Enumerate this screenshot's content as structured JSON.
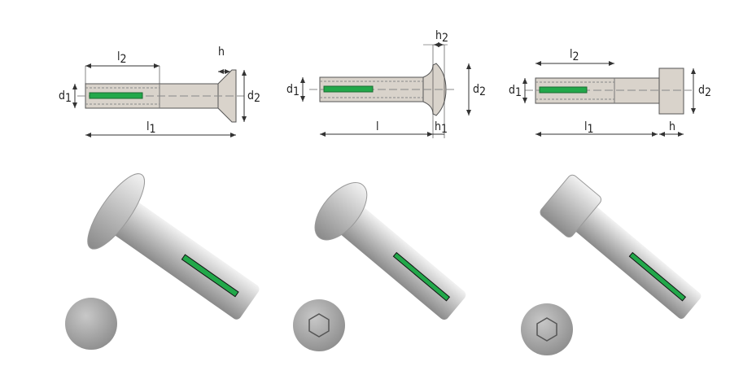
{
  "colors": {
    "steel": "#d9d3cb",
    "outline": "#555",
    "insert": "#22a84a",
    "dim": "#333"
  },
  "drawings": [
    {
      "name": "countersunk-head",
      "labels": {
        "l2": "l",
        "l2_sub": "2",
        "h": "h",
        "d1": "d",
        "d1_sub": "1",
        "d2": "d",
        "d2_sub": "2",
        "l1": "l",
        "l1_sub": "1"
      }
    },
    {
      "name": "button-head",
      "labels": {
        "h2": "h",
        "h2_sub": "2",
        "d1": "d",
        "d1_sub": "1",
        "d2": "d",
        "d2_sub": "2",
        "l": "l",
        "h1": "h",
        "h1_sub": "1"
      }
    },
    {
      "name": "cylinder-head",
      "labels": {
        "l2": "l",
        "l2_sub": "2",
        "d1": "d",
        "d1_sub": "1",
        "d2": "d",
        "d2_sub": "2",
        "l1": "l",
        "l1_sub": "1",
        "h": "h"
      }
    }
  ]
}
